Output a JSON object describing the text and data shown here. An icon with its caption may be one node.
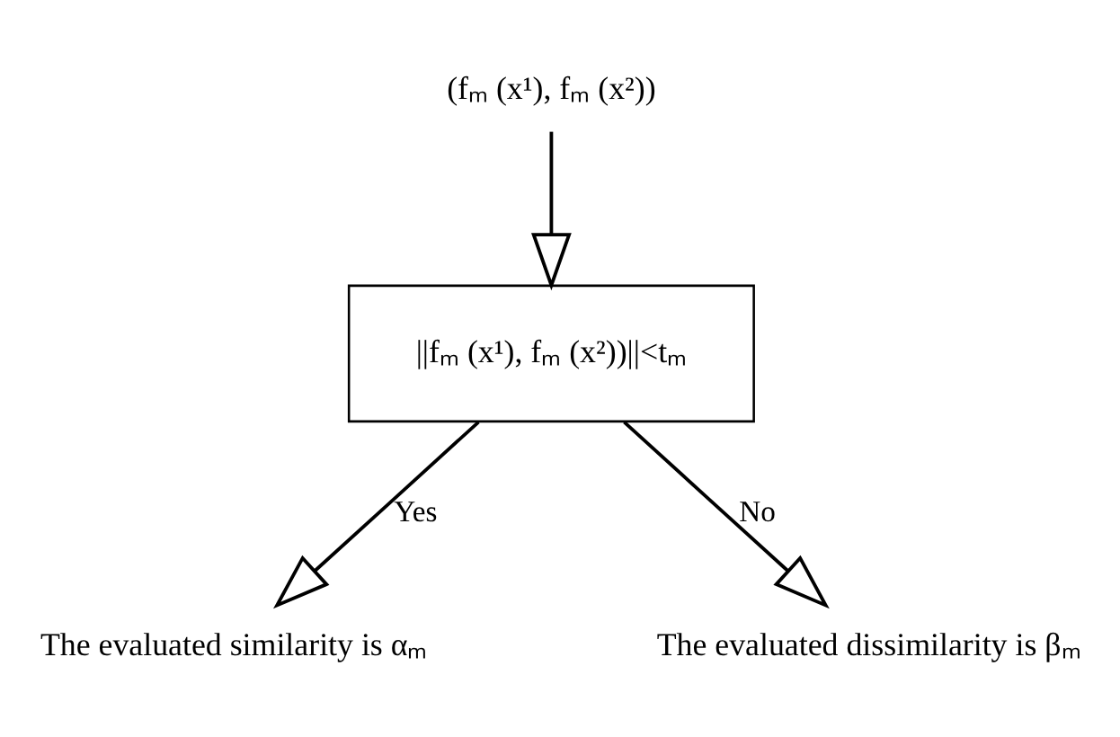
{
  "diagram": {
    "nodes": [
      {
        "text": [
          "(fₘ (x¹), fₘ (x²))"
        ]
      },
      {
        "text": [
          "||fₘ (x¹), fₘ (x²))||<tₘ"
        ]
      },
      {
        "text": [
          "The evaluated similarity is αₘ"
        ]
      },
      {
        "text": [
          "The evaluated dissimilarity is βₘ"
        ]
      }
    ],
    "edges": [
      {
        "from": 0,
        "to": 1,
        "arrow": "to"
      },
      {
        "from": 1,
        "to": 2,
        "arrow": "to",
        "label": "Yes"
      },
      {
        "from": 1,
        "to": 3,
        "arrow": "to",
        "label": "No"
      }
    ]
  }
}
